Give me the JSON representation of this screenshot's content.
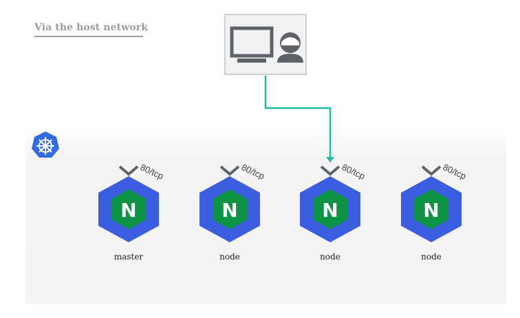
{
  "title": "Via the host network",
  "client": {
    "icons": [
      "monitor-icon",
      "user-icon"
    ]
  },
  "cluster": {
    "logo": "kubernetes-logo"
  },
  "port_label": "80/tcp",
  "nodes": [
    {
      "label": "master",
      "logo_letter": "N"
    },
    {
      "label": "node",
      "logo_letter": "N"
    },
    {
      "label": "node",
      "logo_letter": "N"
    },
    {
      "label": "node",
      "logo_letter": "N"
    }
  ],
  "colors": {
    "connector": "#1dbfa0",
    "hexagon": "#3b5ee0",
    "nginx_green": "#0c9444",
    "icon_gray": "#5f6368"
  }
}
